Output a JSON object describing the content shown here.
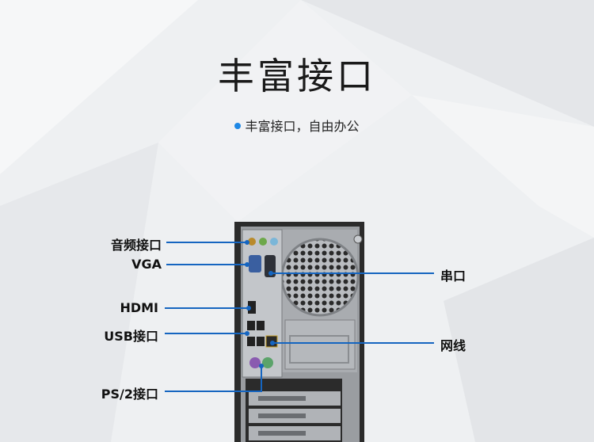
{
  "title": "丰富接口",
  "subtitle": "丰富接口，自由办公",
  "labels": {
    "audio": "音频接口",
    "vga": "VGA",
    "hdmi": "HDMI",
    "usb": "USB接口",
    "ps2": "PS/2接口",
    "serial": "串口",
    "network": "网线"
  },
  "colors": {
    "accent": "#1e88e5",
    "line": "#1565c0",
    "chassis": "#2b2b2b",
    "panel": "#8f9296"
  }
}
